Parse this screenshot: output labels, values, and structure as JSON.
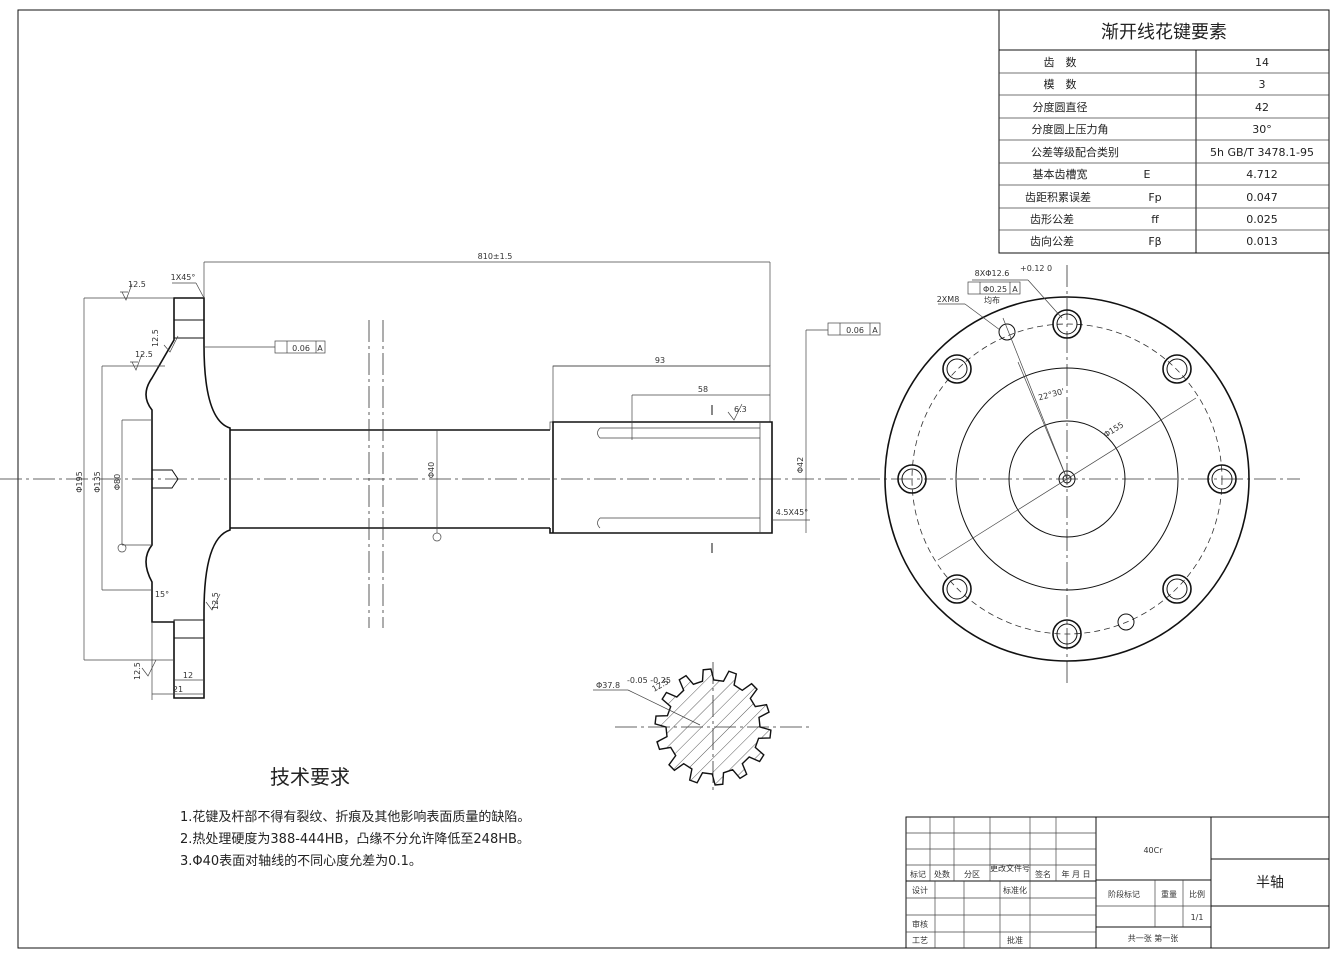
{
  "spline_table": {
    "title": "渐开线花键要素",
    "rows": [
      {
        "label": "齿　数",
        "symbol": "",
        "value": "14"
      },
      {
        "label": "模　数",
        "symbol": "",
        "value": "3"
      },
      {
        "label": "分度圆直径",
        "symbol": "",
        "value": "42"
      },
      {
        "label": "分度圆上压力角",
        "symbol": "",
        "value": "30°"
      },
      {
        "label": "公差等级配合类别",
        "symbol": "",
        "value": "5h GB/T 3478.1-95"
      },
      {
        "label": "基本齿槽宽",
        "symbol": "E",
        "value": "4.712"
      },
      {
        "label": "齿距积累误差",
        "symbol": "Fp",
        "value": "0.047"
      },
      {
        "label": "齿形公差",
        "symbol": "ff",
        "value": "0.025"
      },
      {
        "label": "齿向公差",
        "symbol": "Fβ",
        "value": "0.013"
      }
    ]
  },
  "dims": {
    "total_length": "810±1.5",
    "spline_len": "93",
    "key_len": "58",
    "chamfer_top": "1X45°",
    "chamfer_end": "4.5X45°",
    "rough_1": "12.5",
    "rough_2": "12.5",
    "rough_3": "12.5",
    "rough_4": "12.5",
    "rough_5": "12.5",
    "rough_6": "6.3",
    "dia_flange": "Φ195",
    "dia_mid": "Φ135",
    "dia_hub": "Φ80",
    "dia_shaft": "Φ40",
    "dia_spline": "Φ42",
    "flange_thk": "12",
    "flange_step": "21",
    "angle": "15°",
    "bolt_holes": "8XΦ12.6",
    "bolt_tol": "+0.12 0",
    "even": "均布",
    "tapped": "2XM8",
    "pcd": "Φ155",
    "bolt_angle": "22°30'",
    "tol_flat": "0.06",
    "tol_runout": "0.06",
    "tol_pos": "Φ0.25",
    "datum": "A",
    "spline_dia": "Φ37.8",
    "spline_dia_tol": "-0.05 -0.25",
    "spline_rough": "12.5"
  },
  "notes": {
    "title": "技术要求",
    "items": [
      "1.花键及杆部不得有裂纹、折痕及其他影响表面质量的缺陷。",
      "2.热处理硬度为388-444HB，凸缘不分允许降低至248HB。",
      "3.Φ40表面对轴线的不同心度允差为0.1。"
    ]
  },
  "title_block": {
    "material": "40Cr",
    "part_name": "半轴",
    "mark": "标记",
    "qty": "处数",
    "zone": "分区",
    "change_doc": "更改文件号",
    "sign": "签名",
    "date": "年 月 日",
    "design": "设计",
    "standardize": "标准化",
    "stage": "阶段标记",
    "weight": "重量",
    "scale_label": "比例",
    "scale": "1/1",
    "review": "审核",
    "process": "工艺",
    "approve": "批准",
    "sheets": "共一张  第一张"
  }
}
